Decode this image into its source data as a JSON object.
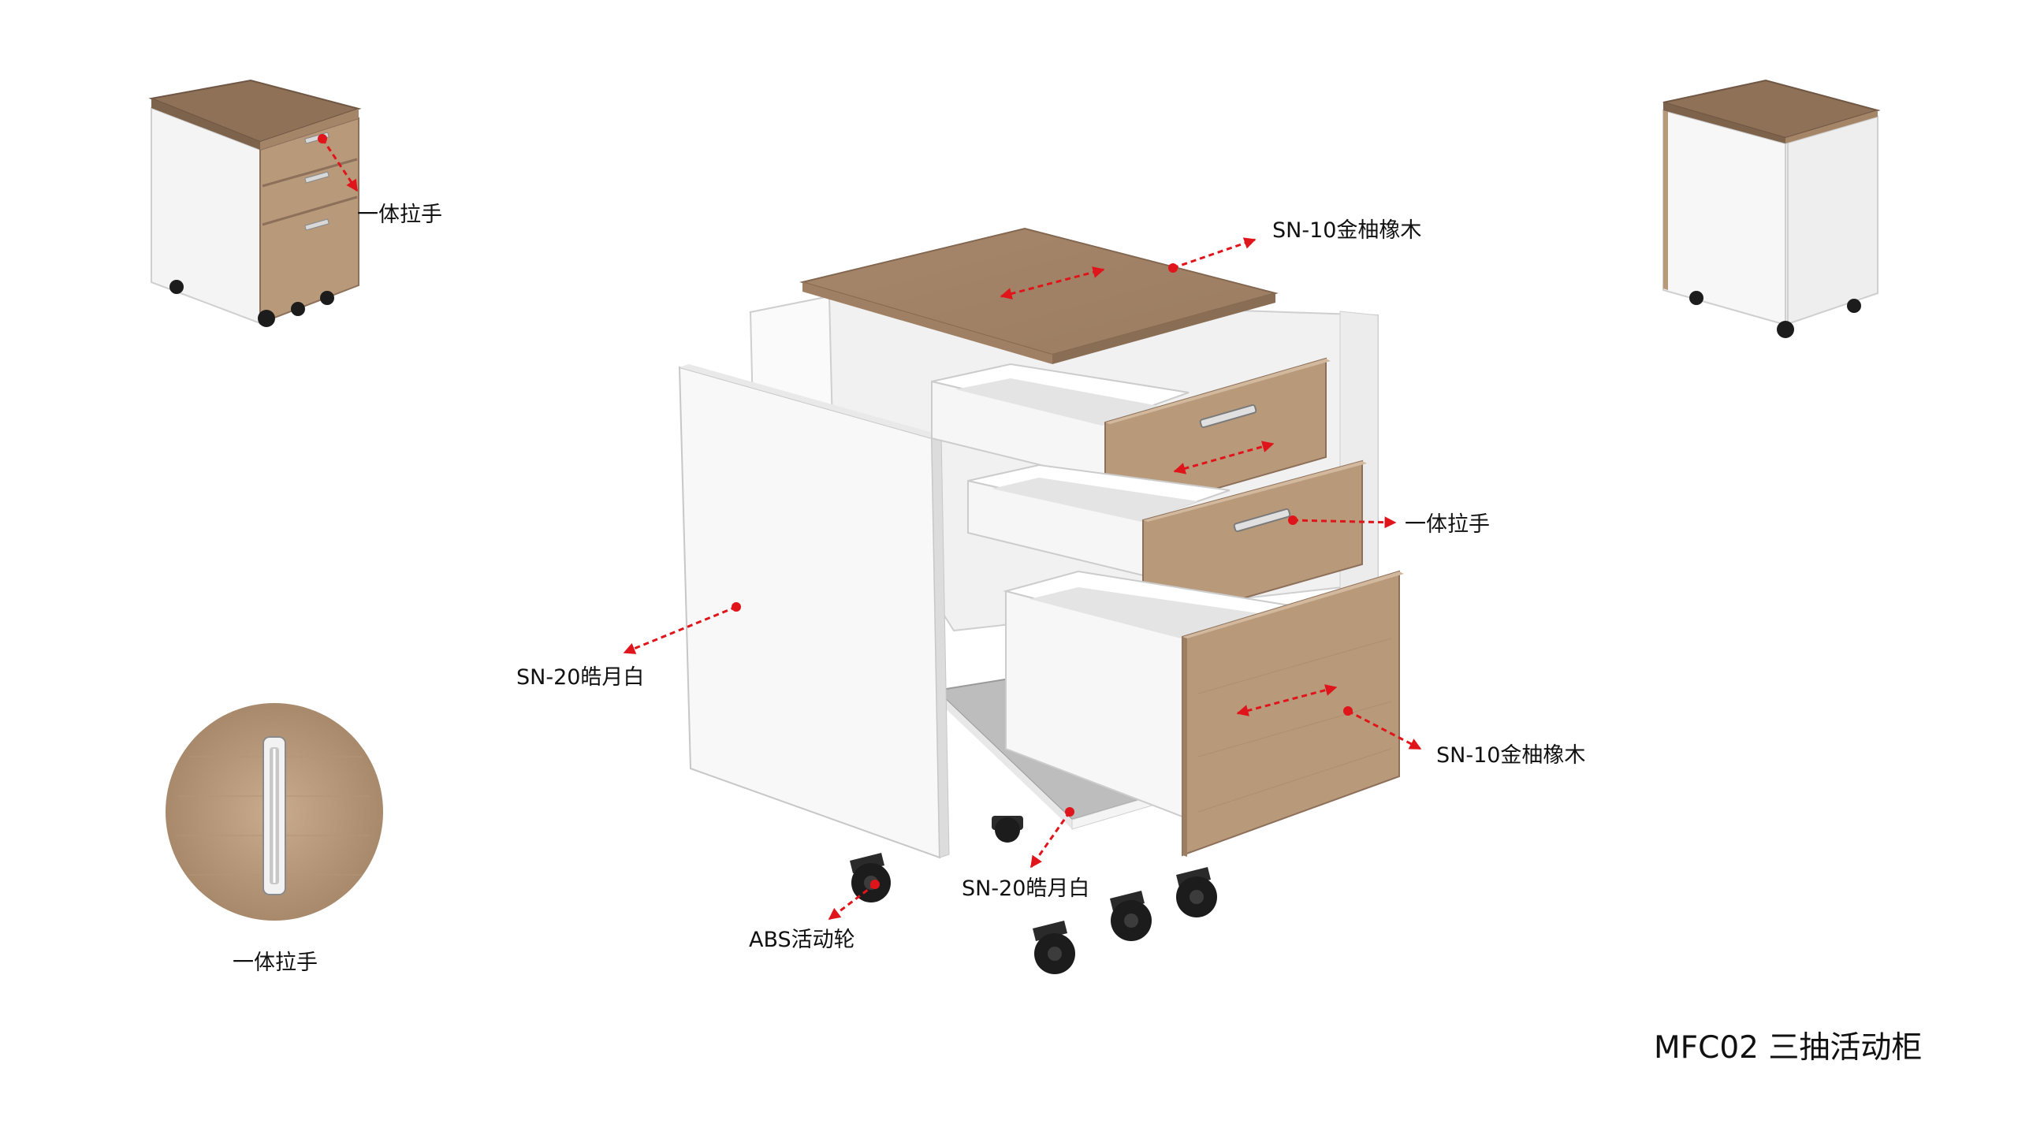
{
  "title": "MFC02 三抽活动柜",
  "callouts": {
    "handle_top_thumb": "一体拉手",
    "top_panel": "SN-10金柚橡木",
    "handle_exploded": "一体拉手",
    "side_panel": "SN-20皓月白",
    "drawer_front": "SN-10金柚橡木",
    "bottom_panel": "SN-20皓月白",
    "casters": "ABS活动轮",
    "handle_detail": "一体拉手"
  },
  "colors": {
    "oak": "#b8997a",
    "oak_dark": "#9c7f62",
    "oak_top": "#8f7158",
    "white_panel": "#f7f7f7",
    "white_side": "#e6e6e6",
    "gray_base": "#bdbdbd",
    "callout_red": "#e0151b",
    "caster": "#1c1c1c"
  }
}
